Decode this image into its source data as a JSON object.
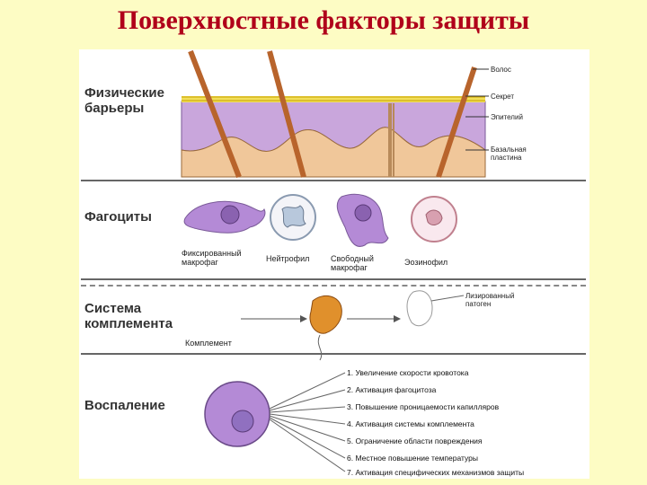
{
  "title": "Поверхностные факторы защиты",
  "sections": {
    "barriers": "Физические\nбарьеры",
    "phagocytes": "Фагоциты",
    "complement": "Система\nкомплемента",
    "inflammation": "Воспаление"
  },
  "barrier_labels": [
    "Волос",
    "Секрет",
    "Эпителий",
    "Базальная\nпластина"
  ],
  "phagocyte_labels": [
    "Фиксированный\nмакрофаг",
    "Нейтрофил",
    "Свободный\nмакрофаг",
    "Эозинофил"
  ],
  "complement_labels": {
    "complement": "Комплемент",
    "pathogen": "Лизированный\nпатоген"
  },
  "inflammation_items": [
    "1. Увеличение скорости кровотока",
    "2. Активация фагоцитоза",
    "3. Повышение проницаемости капилляров",
    "4. Активация системы комплемента",
    "5. Ограничение области повреждения",
    "6. Местное повышение температуры",
    "7. Активация специфических механизмов защиты"
  ],
  "colors": {
    "title": "#b0001a",
    "background": "#fdfcc4",
    "epithelium": "#c9a6dc",
    "tissue": "#f0c79a",
    "hair": "#b8642c",
    "secretion": "#f2df5a",
    "cell": "#b48ad6"
  }
}
